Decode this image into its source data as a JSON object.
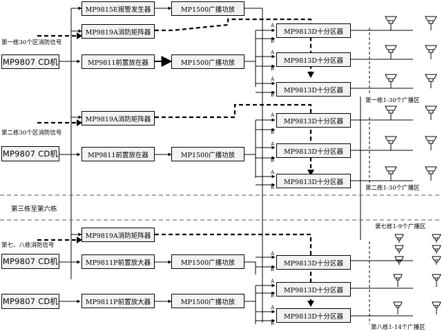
{
  "labels": {
    "b1_fire_signal": "第一栋30个区消防信号",
    "b2_fire_signal": "第二栋30个区消防信号",
    "b3_6": "第三栋至第六栋",
    "b78_fire_signal": "第七、八栋消防信号",
    "zone_b1": "第一栋1-30个广播区",
    "zone_b2": "第二栋1-30个广播区",
    "zone_b7": "第七栋1-9个广播区",
    "zone_b8": "第八栋1-14个广播区"
  },
  "modules": {
    "alarm_gen": "MP9815E报警发生器",
    "amp": "MP1500广播功放",
    "matrix": "MP9819A消防矩阵器",
    "cd": "MP9807  CD机",
    "preamp": "MP9811前置放在器",
    "preamp_p": "MP9811P前置放大器",
    "zone": "MP9813D十分区器"
  },
  "port": {
    "a": "A",
    "b": "B"
  },
  "colors": {
    "box_fill": "#f2f2f2",
    "line": "#000000",
    "separator": "#555555"
  }
}
